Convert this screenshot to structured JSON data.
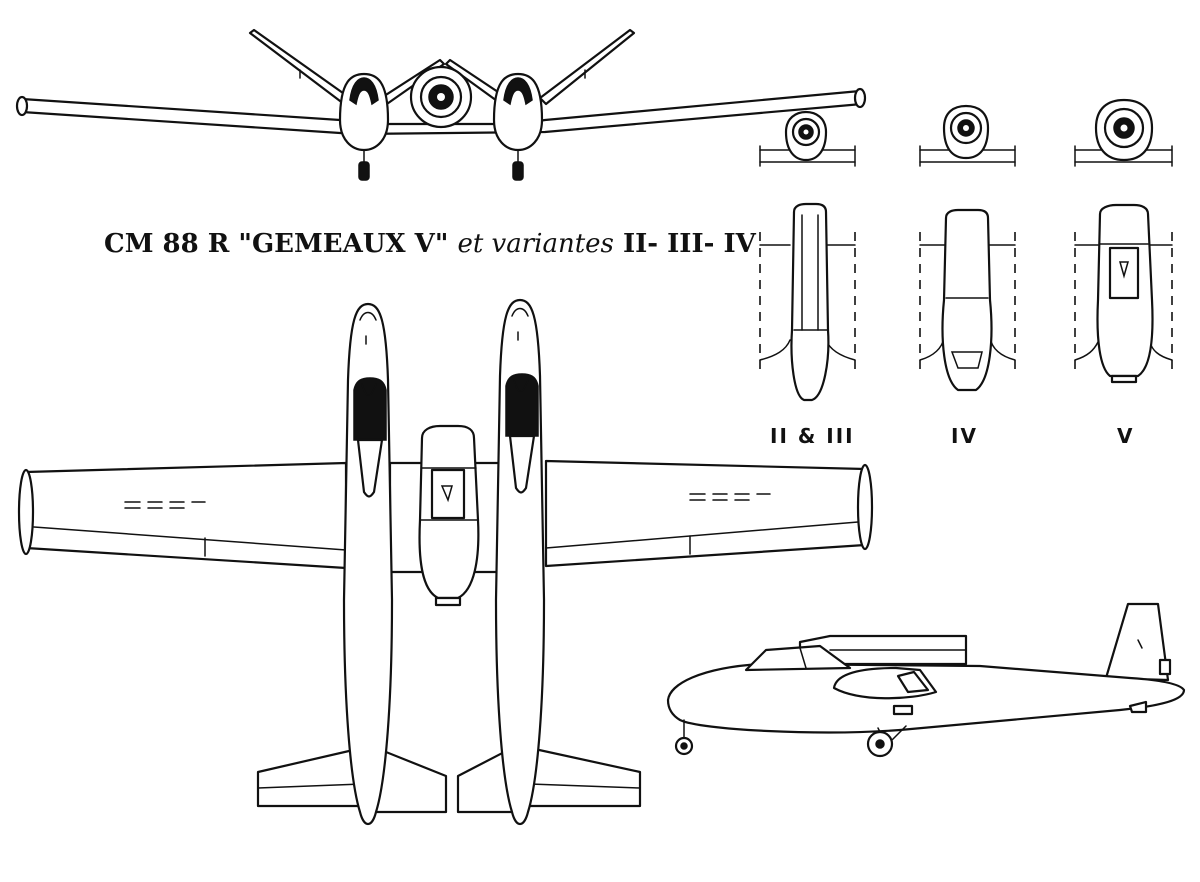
{
  "title": {
    "designation": "CM 88 R \"GEMEAUX V\"",
    "connector": "et variantes",
    "variants": "II- III- IV"
  },
  "variant_labels": [
    "II & III",
    "IV",
    "V"
  ],
  "colors": {
    "ink": "#111111",
    "paper": "#ffffff"
  }
}
